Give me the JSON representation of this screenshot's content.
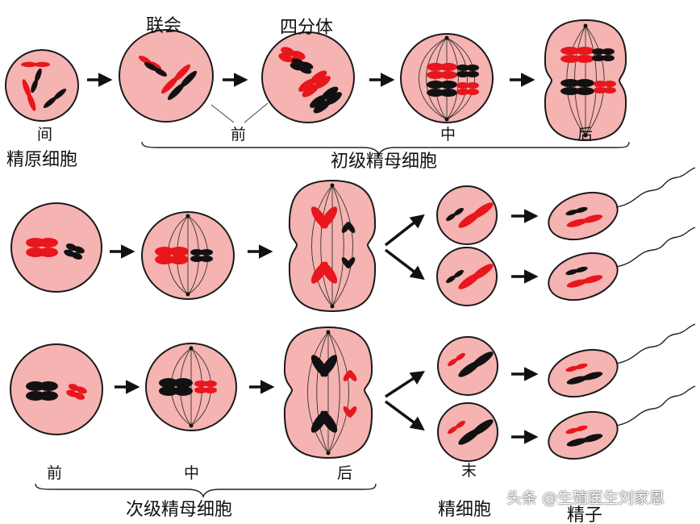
{
  "labels": {
    "synapsis": "联会",
    "tetrad": "四分体",
    "interphase": "间",
    "spermatogonium": "精原细胞",
    "prophase_I": "前",
    "metaphase_I": "中",
    "anaphase_I": "后",
    "primary_spermatocyte": "初级精母细胞",
    "prophase_II": "前",
    "metaphase_II": "中",
    "anaphase_II": "后",
    "telophase_II": "末",
    "secondary_spermatocyte": "次级精母细胞",
    "spermatid": "精细胞",
    "sperm": "精子"
  },
  "watermark": "头条 @生殖医生刘家恩",
  "colors": {
    "cell_fill": "#f5b3b1",
    "cell_outline": "#1a1a1a",
    "chrom_red": "#e8161d",
    "chrom_black": "#111111",
    "arrow": "#111111"
  },
  "icons": {
    "arrow": "right-arrow-icon",
    "chromosome": "chromosome-icon",
    "spindle": "spindle-icon",
    "sperm_tail": "flagellum-icon"
  }
}
